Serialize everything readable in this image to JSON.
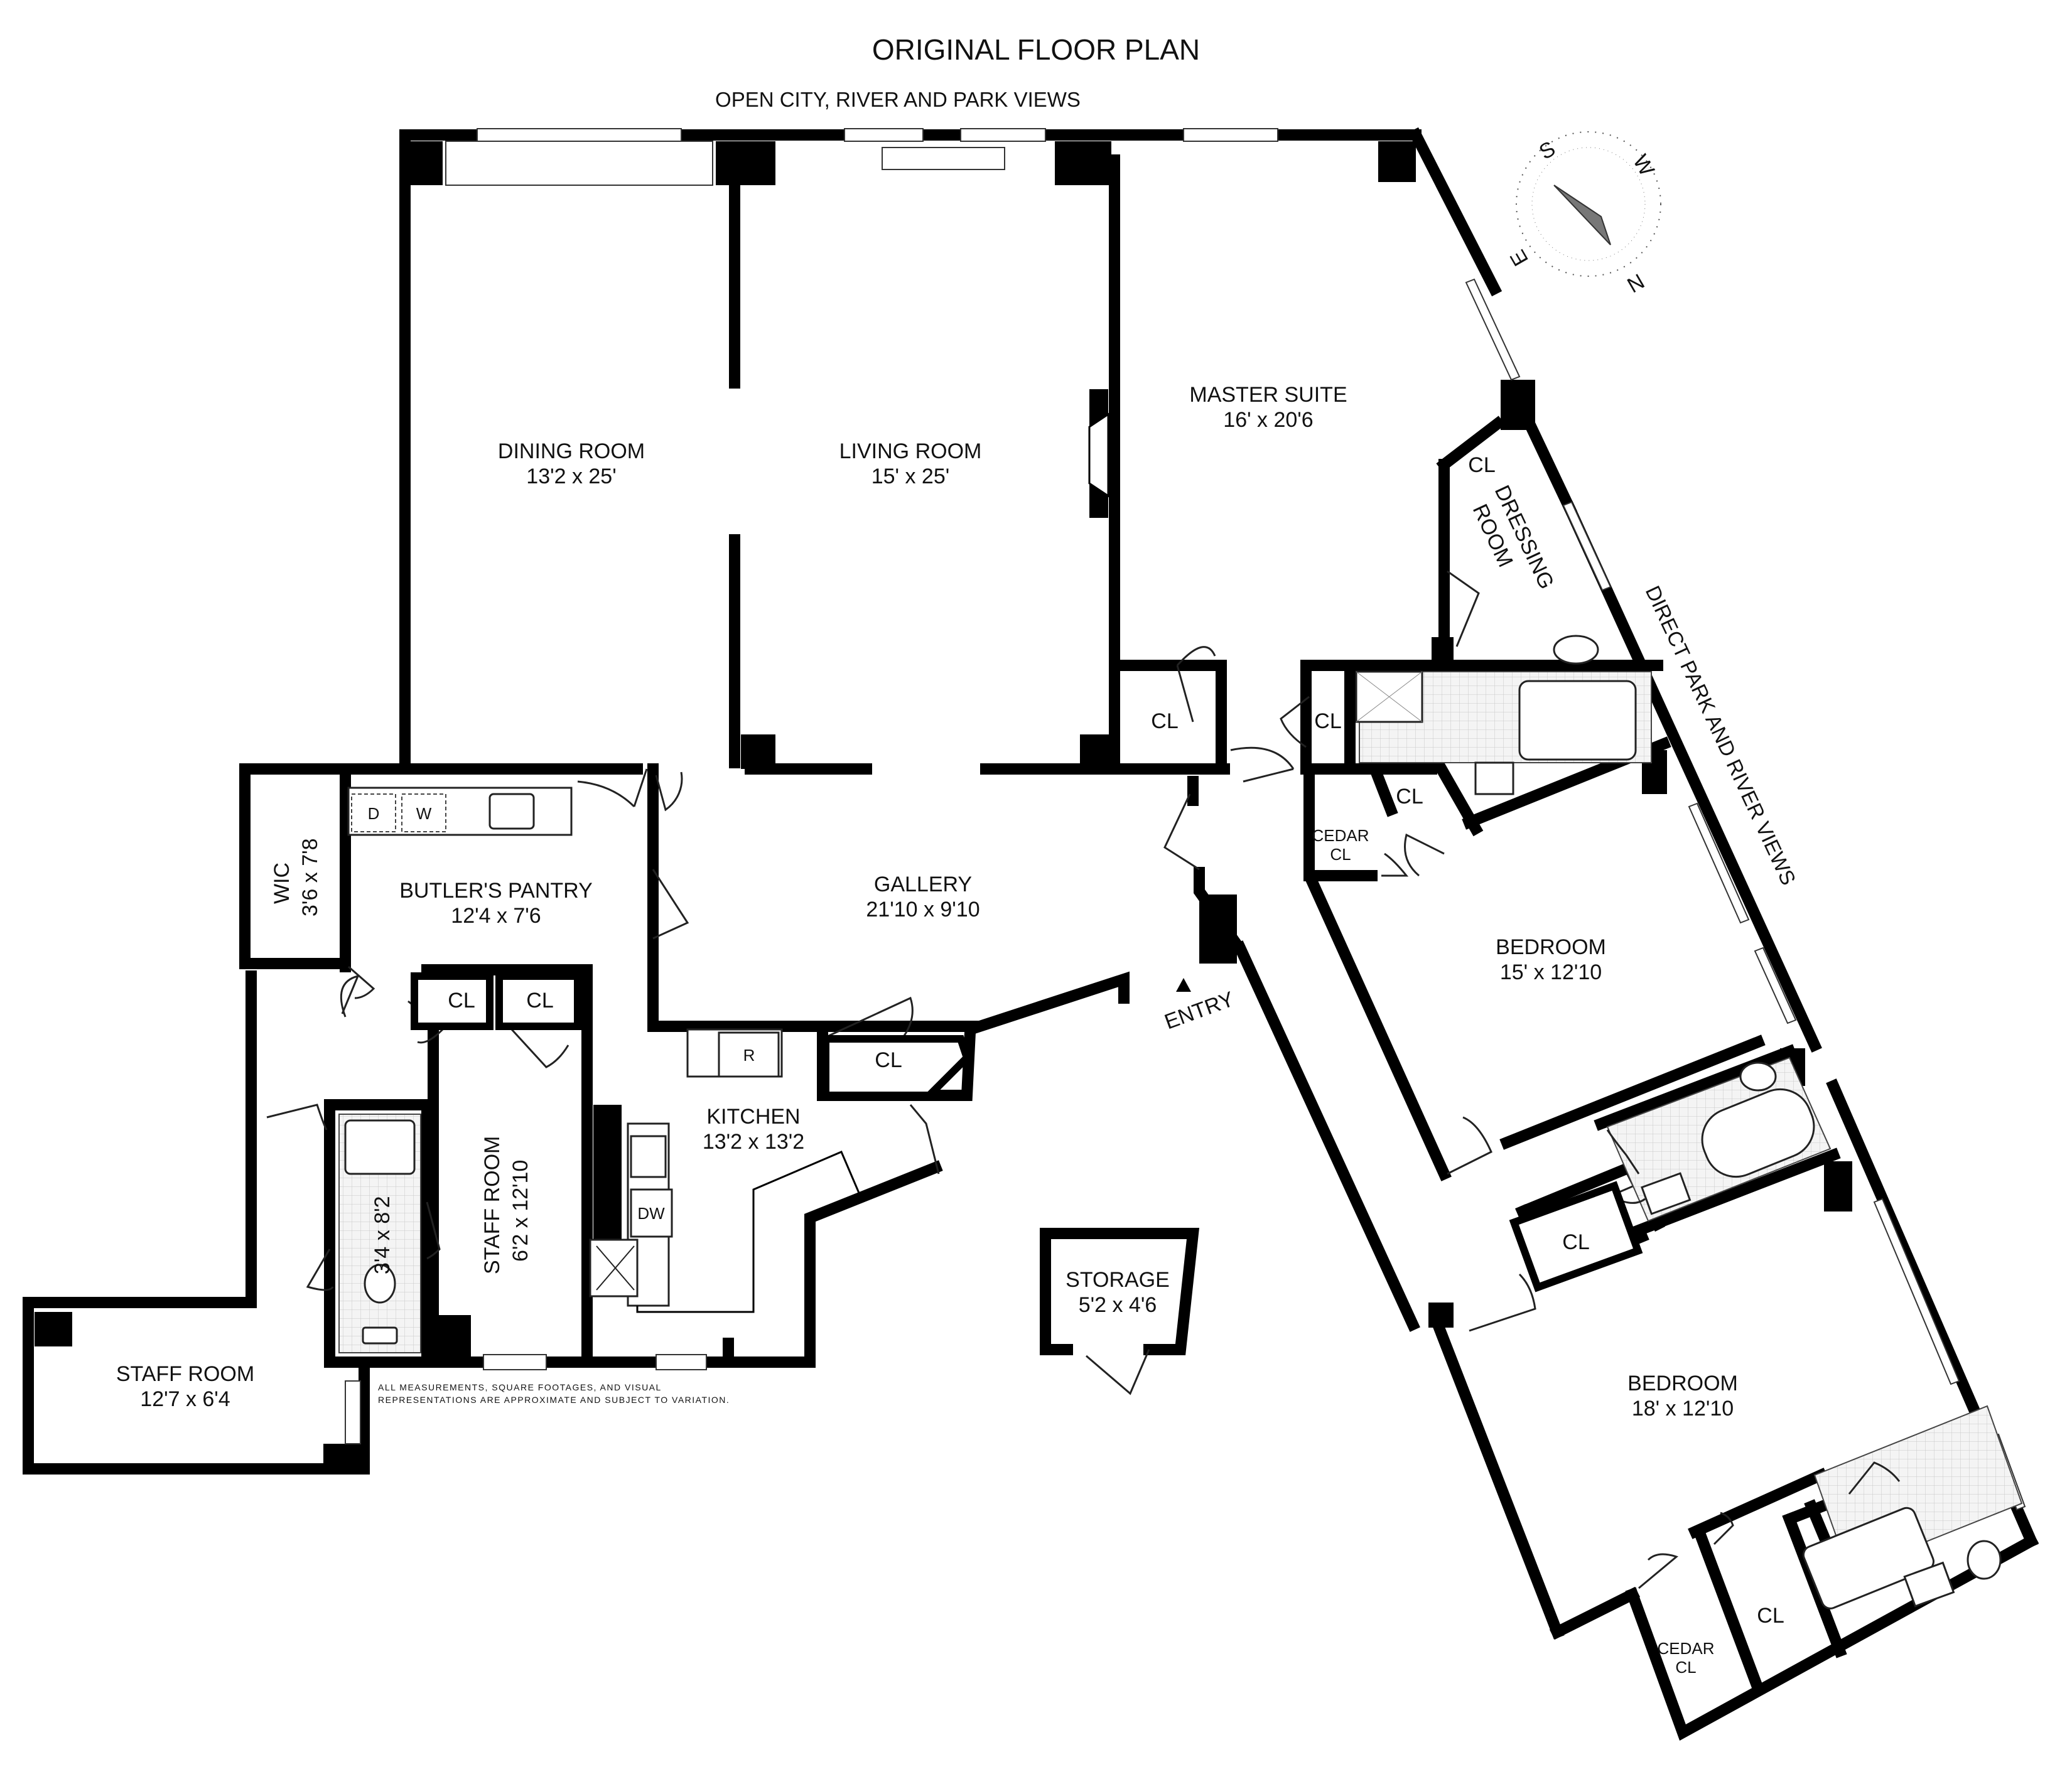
{
  "header": {
    "title": "ORIGINAL FLOOR PLAN",
    "top_views": "OPEN CITY, RIVER AND PARK VIEWS",
    "side_views": "DIRECT PARK AND RIVER VIEWS"
  },
  "compass": {
    "s": "S",
    "w": "W",
    "n": "N",
    "e": "E"
  },
  "rooms": {
    "dining": {
      "name": "DINING ROOM",
      "size": "13'2 x 25'"
    },
    "living": {
      "name": "LIVING ROOM",
      "size": "15' x 25'"
    },
    "master": {
      "name": "MASTER SUITE",
      "size": "16' x 20'6"
    },
    "dressing_line1": "DRESSING",
    "dressing_line2": "ROOM",
    "gallery": {
      "name": "GALLERY",
      "size": "21'10 x 9'10"
    },
    "butler": {
      "name": "BUTLER'S PANTRY",
      "size": "12'4 x 7'6"
    },
    "wic": {
      "name": "WIC",
      "size": "3'6 x 7'8"
    },
    "kitchen": {
      "name": "KITCHEN",
      "size": "13'2 x 13'2"
    },
    "staff1": {
      "name": "STAFF ROOM",
      "size": "6'2 x 12'10"
    },
    "staff2": {
      "name": "STAFF ROOM",
      "size": "12'7 x 6'4"
    },
    "bath_small": {
      "size": "3'4 x 8'2"
    },
    "storage": {
      "name": "STORAGE",
      "size": "5'2 x 4'6"
    },
    "bedroom1": {
      "name": "BEDROOM",
      "size": "15' x 12'10"
    },
    "bedroom2": {
      "name": "BEDROOM",
      "size": "18' x 12'10"
    }
  },
  "closets": {
    "cl": "CL",
    "cedar1": "CEDAR",
    "cedar2": "CL"
  },
  "appliances": {
    "d": "D",
    "w": "W",
    "r": "R",
    "dw": "DW"
  },
  "entry": "ENTRY",
  "disclaimer": {
    "line1": "ALL MEASUREMENTS, SQUARE FOOTAGES, AND VISUAL",
    "line2": "REPRESENTATIONS ARE APPROXIMATE AND SUBJECT TO VARIATION."
  }
}
